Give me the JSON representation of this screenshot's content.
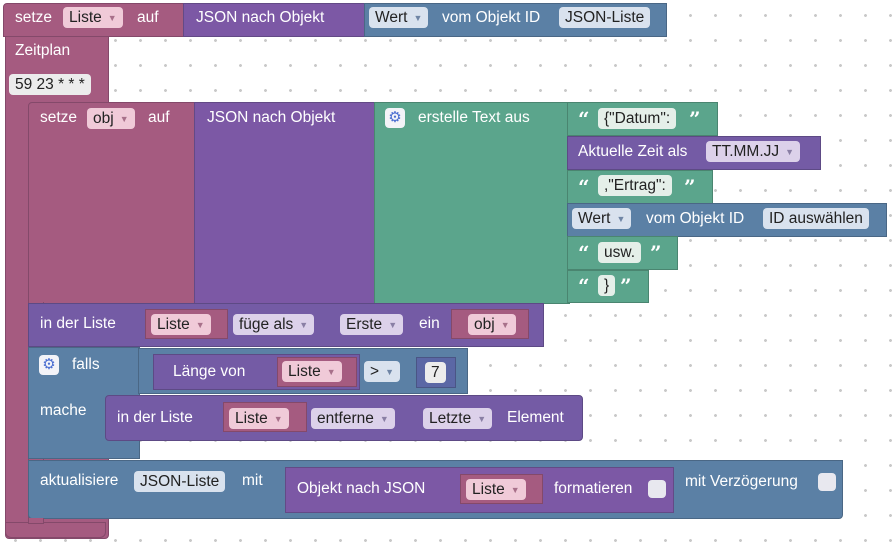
{
  "row1": {
    "setze": "setze",
    "var": "Liste",
    "auf": "auf",
    "json_nach_objekt": "JSON nach Objekt",
    "wert": "Wert",
    "vom_objekt_id": "vom Objekt ID",
    "object_id": "JSON-Liste"
  },
  "schedule": {
    "title": "Zeitplan",
    "cron": "59 23 * * *"
  },
  "row2": {
    "setze": "setze",
    "var": "obj",
    "auf": "auf",
    "json_nach_objekt": "JSON nach Objekt",
    "erstelle_text_aus": "erstelle Text aus",
    "text1": "{\"Datum\":",
    "aktuelle_zeit_als": "Aktuelle Zeit als",
    "time_format": "TT.MM.JJ",
    "text2": ",\"Ertrag\":",
    "wert": "Wert",
    "vom_objekt_id": "vom Objekt ID",
    "object_id": "ID auswählen",
    "text3": "usw.",
    "text4": "}"
  },
  "insert": {
    "in_der_liste": "in der Liste",
    "var": "Liste",
    "mode": "füge als",
    "where": "Erste",
    "ein": "ein",
    "item": "obj"
  },
  "if_block": {
    "falls": "falls",
    "mache": "mache",
    "laenge_von": "Länge von",
    "var": "Liste",
    "operator": ">",
    "number": "7"
  },
  "remove": {
    "in_der_liste": "in der Liste",
    "var": "Liste",
    "mode": "entferne",
    "where": "Letzte",
    "element": "Element"
  },
  "update": {
    "aktualisiere": "aktualisiere",
    "object_id": "JSON-Liste",
    "mit": "mit",
    "objekt_nach_json": "Objekt nach JSON",
    "var": "Liste",
    "formatieren": "formatieren",
    "mit_verzoegerung": "mit Verzögerung"
  },
  "icons": {
    "dropdown": "dropdown-arrow-icon",
    "gear": "gear-icon",
    "quote_open": "quote-open-icon",
    "quote_close": "quote-close-icon"
  },
  "colors": {
    "variables": "#a55b80",
    "json": "#7c58a5",
    "text": "#5ba58c",
    "lists": "#745ba5",
    "logic": "#5b80a5"
  }
}
